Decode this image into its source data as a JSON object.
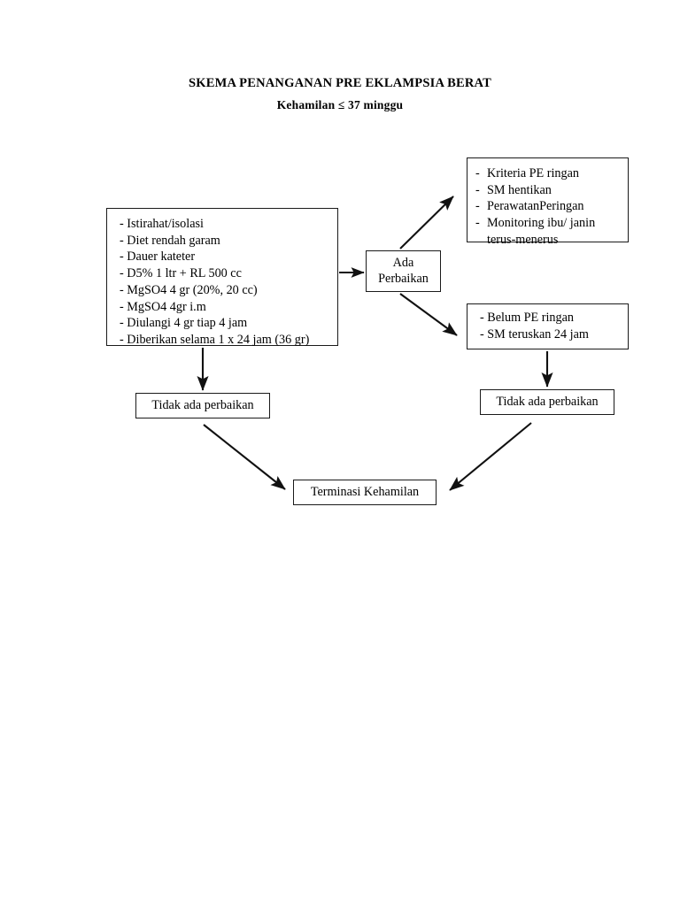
{
  "document": {
    "title": "SKEMA PENANGANAN PRE EKLAMPSIA BERAT",
    "subtitle": "Kehamilan ≤ 37 minggu"
  },
  "diagram": {
    "type": "flowchart",
    "nodes": {
      "treatment": {
        "name": "treatment-protocol-box",
        "lines": [
          "- Istirahat/isolasi",
          "- Diet rendah garam",
          "- Dauer kateter",
          "- D5% 1 ltr + RL 500 cc",
          "- MgSO4 4 gr (20%, 20 cc)",
          "- MgSO4 4gr i.m",
          "- Diulangi 4 gr tiap 4 jam",
          "- Diberikan selama 1 x 24 jam (36 gr)"
        ]
      },
      "decision": {
        "name": "decision-improvement",
        "line1": "Ada",
        "line2": "Perbaikan"
      },
      "improved": {
        "name": "outcome-improved-box",
        "items": [
          "Kriteria PE ringan",
          "SM hentikan",
          "PerawatanPeringan",
          "Monitoring ibu/ janin"
        ],
        "item4_continuation": "terus-menerus",
        "dash": "-"
      },
      "not_improved": {
        "name": "outcome-not-improved-box",
        "lines": [
          "- Belum PE ringan",
          "- SM teruskan 24 jam"
        ]
      },
      "no_improvement_left": {
        "name": "no-improvement-left",
        "label": "Tidak ada perbaikan"
      },
      "no_improvement_right": {
        "name": "no-improvement-right",
        "label": "Tidak ada perbaikan"
      },
      "termination": {
        "name": "termination-box",
        "label": "Terminasi Kehamilan"
      }
    },
    "colors": {
      "stroke": "#1a1a1a",
      "background": "#ffffff",
      "text": "#000000"
    }
  }
}
